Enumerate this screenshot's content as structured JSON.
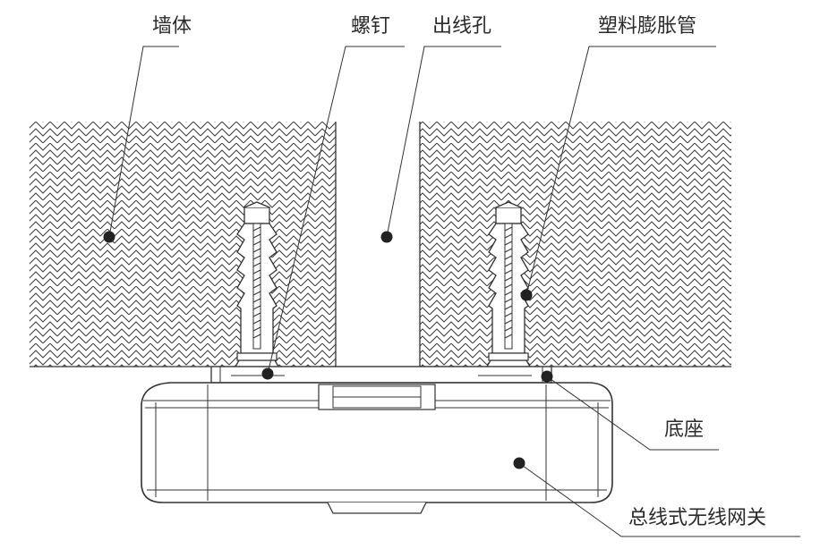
{
  "labels": {
    "wall": "墙体",
    "screw": "螺钉",
    "cable_hole": "出线孔",
    "plastic_anchor": "塑料膨胀管",
    "base": "底座",
    "gateway": "总线式无线网关"
  },
  "colors": {
    "line": "#333333",
    "text": "#2b2b2b",
    "background": "#ffffff"
  }
}
